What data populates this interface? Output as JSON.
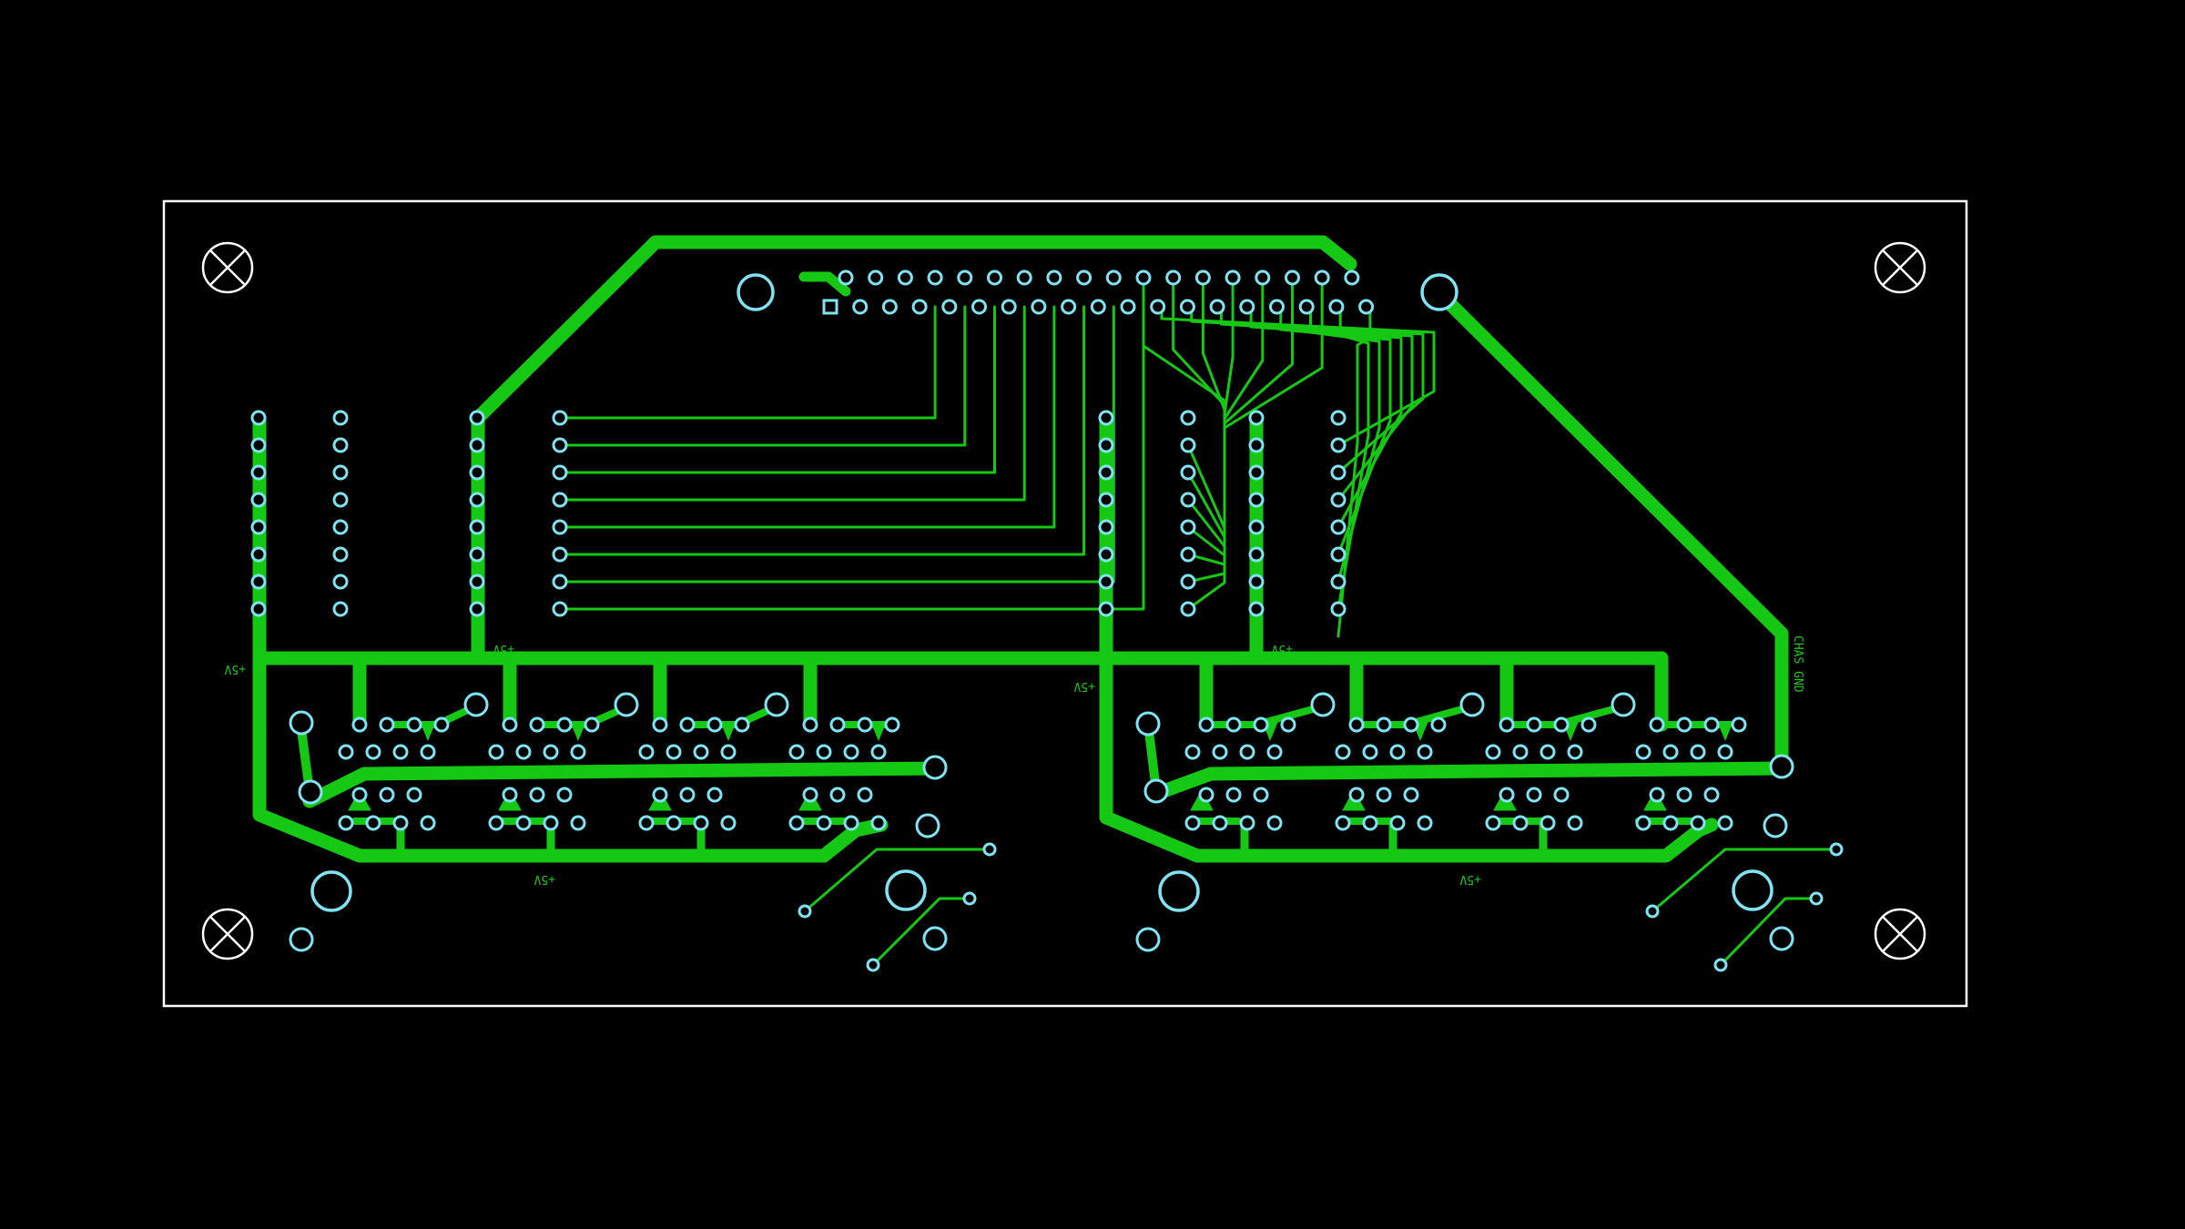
{
  "colors": {
    "background": "#000000",
    "outline": "#ffffff",
    "copper": "#14c814",
    "pad": "#7fe3f2",
    "mounting_hole": "#ffffff"
  },
  "labels": {
    "v5_left_col": "+5V",
    "v5_rail_left": "+5V",
    "v5_bottom_left": "+5V",
    "v5_mid": "+5V",
    "v5_rail_right": "+5V",
    "v5_bottom_right": "+5V",
    "chassis_gnd": "CHAS GND"
  },
  "icons": {
    "mounting_hole": "mounting-hole-icon"
  }
}
